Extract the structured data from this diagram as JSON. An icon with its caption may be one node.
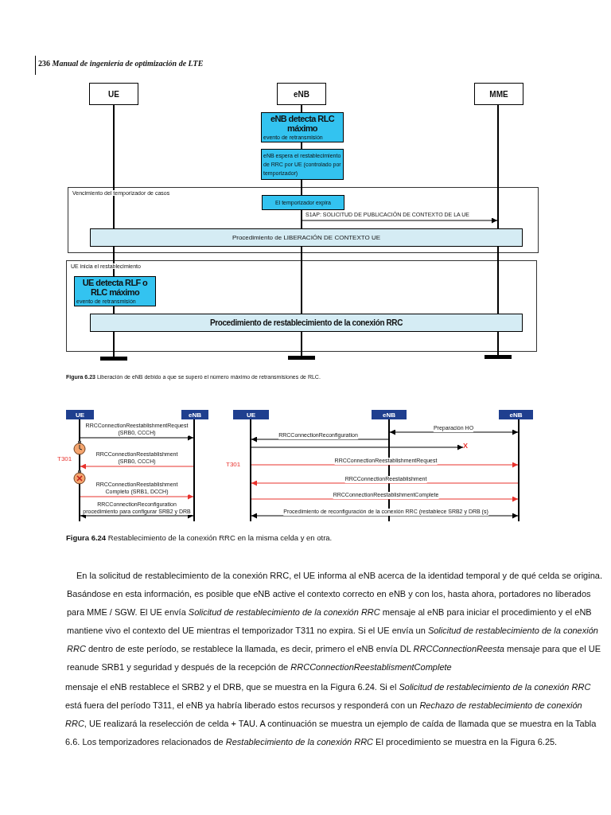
{
  "diagram": {
    "nodes": [
      {
        "text": [
          "UE"
        ]
      },
      {
        "text": [
          "eNB"
        ]
      },
      {
        "text": [
          "MME"
        ]
      },
      {
        "text": [],
        "shape": "line"
      },
      {
        "text": [],
        "shape": "line"
      },
      {
        "text": [],
        "shape": "line"
      },
      {
        "text": [
          "eNB detecta RLC máximo",
          "evento de retransmisión"
        ]
      },
      {
        "text": [
          "eNB espera el restablecimiento de RRC por UE (controlado por temporizador)"
        ]
      },
      {
        "text": [
          "Vencimiento del temporizador de casos"
        ]
      },
      {
        "text": [
          "El temporizador expira"
        ],
        "in": 8
      },
      {
        "text": [
          "Procedimiento de LIBERACIÓN DE CONTEXTO UE"
        ],
        "in": 8
      },
      {
        "text": [
          "UE inicia el restablecimiento"
        ]
      },
      {
        "text": [
          "UE detecta RLF o RLC máximo",
          "evento de retransmisión"
        ],
        "in": 11
      },
      {
        "text": [
          "Procedimiento de restablecimiento de la conexión RRC"
        ],
        "in": 11
      },
      {
        "text": [
          "UE"
        ]
      },
      {
        "text": [
          "eNB"
        ]
      },
      {
        "text": [],
        "shape": "line"
      },
      {
        "text": [],
        "shape": "line"
      },
      {
        "text": [
          "UE"
        ]
      },
      {
        "text": [
          "eNB"
        ]
      },
      {
        "text": [
          "eNB"
        ]
      },
      {
        "text": [],
        "shape": "line"
      },
      {
        "text": [],
        "shape": "line"
      },
      {
        "text": [],
        "shape": "line"
      },
      {
        "text": [
          "X"
        ]
      }
    ],
    "edges": [
      {
        "from": 4,
        "to": 5,
        "arrow": "to",
        "label": "S1AP: SOLICITUD DE PUBLICACIÓN DE CONTEXTO DE LA UE"
      },
      {
        "from": 16,
        "to": 17,
        "arrow": "to",
        "label": "RRCConnectionReestablishmentRequest (SRB0, CCCH)"
      },
      {
        "from": 17,
        "to": 16,
        "arrow": "to",
        "label": "RRCConnectionReestablishment (SRB0, CCCH)",
        "color": "#e8322d"
      },
      {
        "from": 16,
        "to": 17,
        "arrow": "to",
        "label": "RRCConnectionReestablishment Completo (SRB1, DCCH)",
        "color": "#e8322d"
      },
      {
        "from": 16,
        "to": 17,
        "arrow": "both",
        "label": "RRCConnectionReconfiguration procedimiento para configurar SRB2 y DRB"
      },
      {
        "from": 22,
        "to": 23,
        "arrow": "both",
        "label": "Preparación HO"
      },
      {
        "from": 22,
        "to": 21,
        "arrow": "to",
        "label": "RRCConnectionReconfiguration"
      },
      {
        "from": 21,
        "to": 24,
        "arrow": "to"
      },
      {
        "from": 21,
        "to": 23,
        "arrow": "to",
        "label": "RRCConnectionReestablishmentRequest",
        "color": "#e8322d"
      },
      {
        "from": 23,
        "to": 21,
        "arrow": "to",
        "label": "RRCConnectionReestablishment",
        "color": "#e8322d"
      },
      {
        "from": 21,
        "to": 23,
        "arrow": "to",
        "label": "RRCConnectionReestablishmentComplete",
        "color": "#e8322d"
      },
      {
        "from": 21,
        "to": 23,
        "arrow": "both",
        "label": "Procedimiento de reconfiguración de la conexión RRC (restablece SRB2 y DRB (s)"
      }
    ],
    "labels": [
      "236 *Manual de ingeniería de optimización de LTE*",
      "**Figura 6.23** Liberación de eNB debido a que se superó el número máximo de retransmisiones de RLC.",
      "T301",
      "T301",
      "**Figura 6.24** Restablecimiento de la conexión RRC en la misma celda y en otra.",
      "En la solicitud de restablecimiento de la conexión RRC, el UE informa al eNB acerca de la identidad temporal y de qué celda se origina. Basándose en esta información, es posible que eNB active el contexto correcto en eNB y con los, hasta ahora, portadores no liberados para MME / SGW. El UE envía *Solicitud de restablecimiento de la conexión RRC* mensaje al eNB para iniciar el procedimiento y el eNB mantiene vivo el contexto del UE mientras el temporizador T311 no expira. Si el UE envía un *Solicitud de restablecimiento de la conexión RRC* dentro de este período, se restablece la llamada, es decir, primero el eNB envía DL *RRCConnectionReesta* mensaje para que el UE reanude SRB1 y seguridad y después de la recepción de *RRCConnectionReestablismentComplete*",
      "mensaje el eNB restablece el SRB2 y el DRB, que se muestra en la Figura 6.24. Si el *Solicitud de restablecimiento de la conexión RRC* está fuera del período T311, el eNB ya habría liberado estos recursos y responderá con un *Rechazo de restablecimiento de conexión RRC*, UE realizará la reselección de celda + TAU. A continuación se muestra un ejemplo de caída de llamada que se muestra en la Tabla 6.6. Los temporizadores relacionados de *Restablecimiento de la conexión RRC* El procedimiento se muestra en la Figura 6.25."
    ]
  }
}
